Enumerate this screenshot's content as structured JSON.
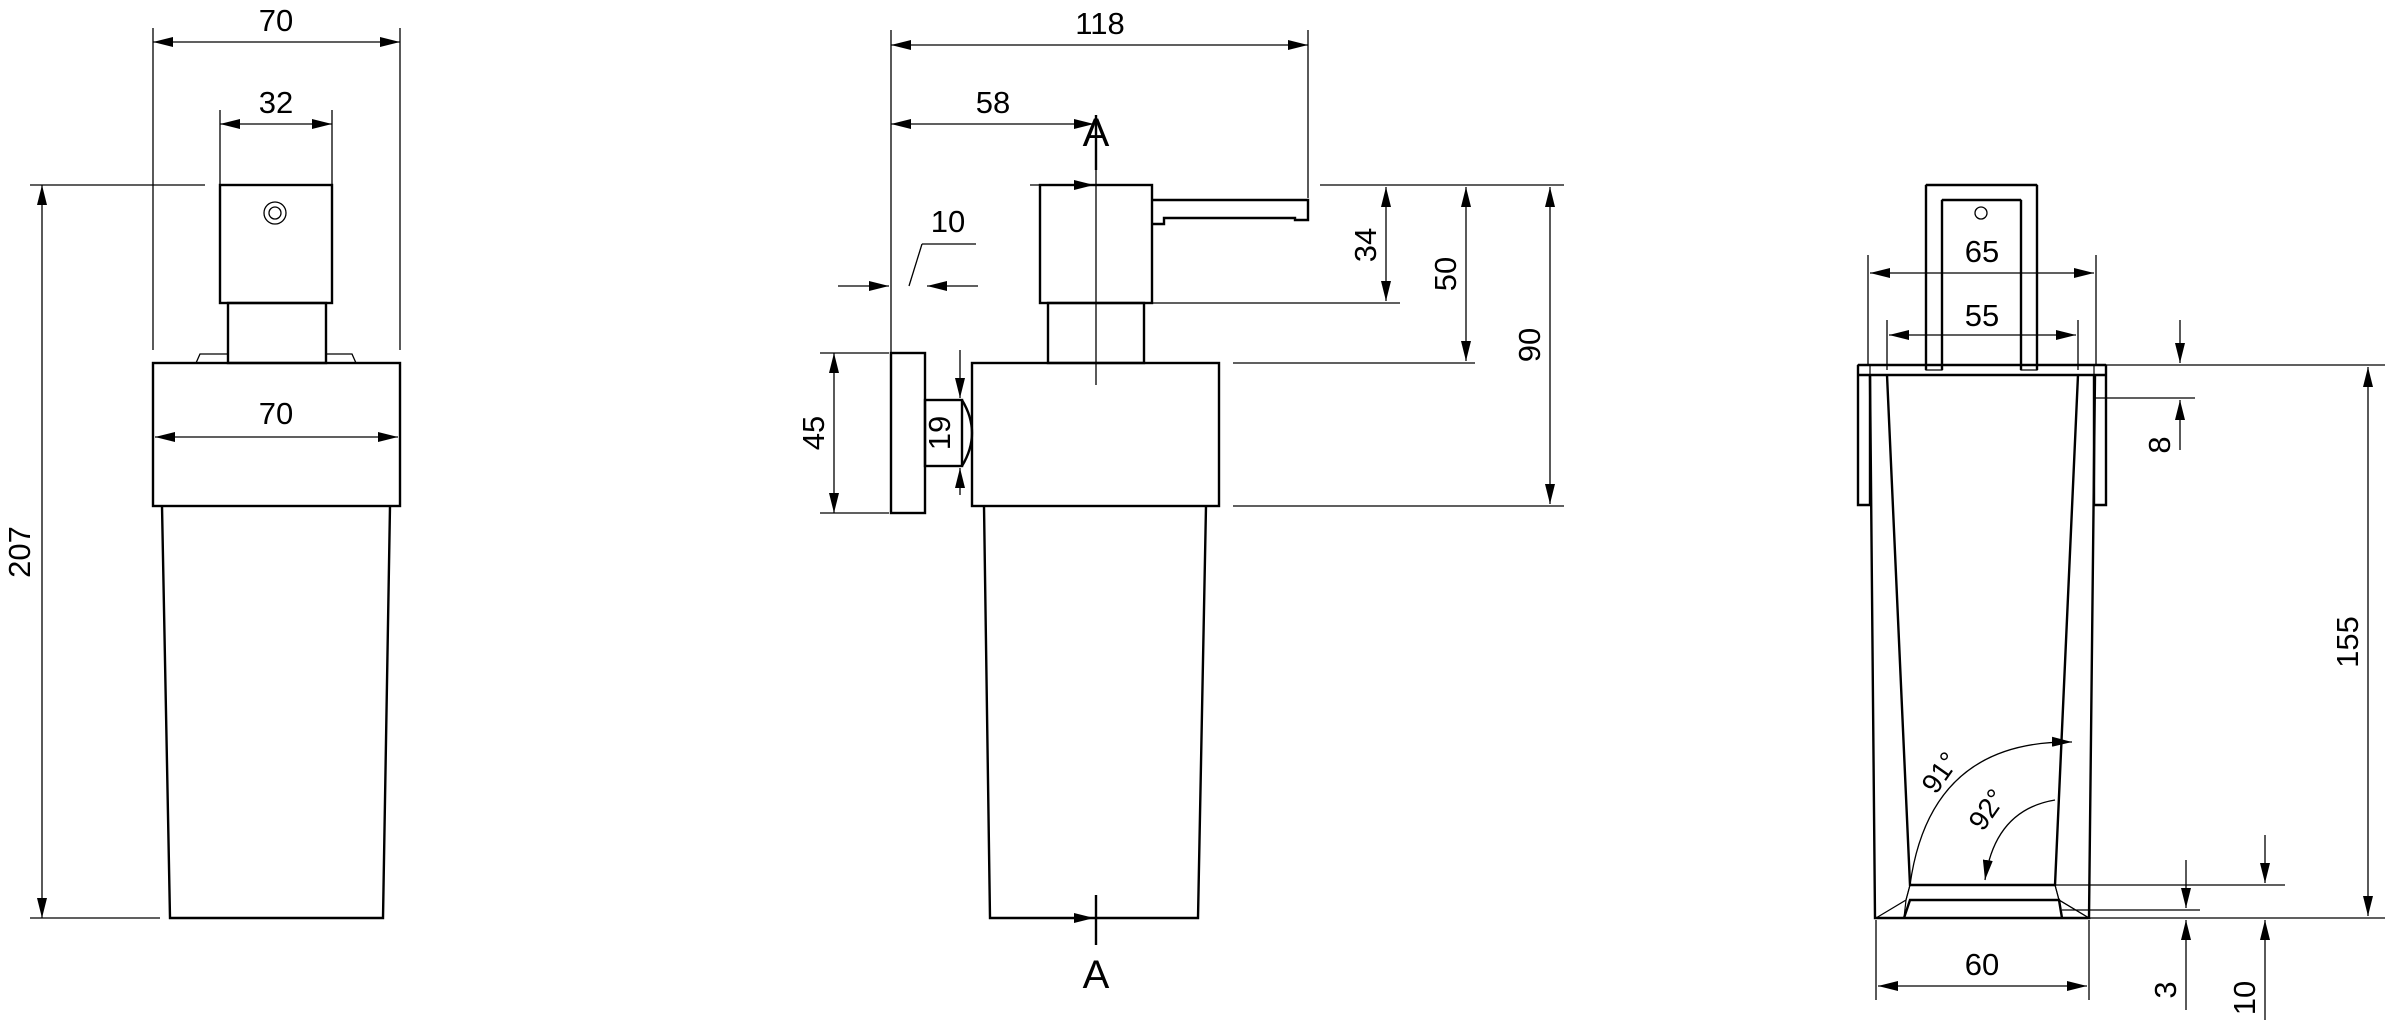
{
  "front_view": {
    "dim_overall_width": "70",
    "dim_pump_width": "32",
    "dim_bracket_width": "70",
    "dim_total_height": "207"
  },
  "side_view": {
    "dim_spout_reach": "118",
    "dim_pump_offset": "58",
    "dim_plate_thickness": "10",
    "dim_plate_height": "45",
    "dim_arm_height": "19",
    "dim_head_height": "34",
    "dim_bracket_top": "50",
    "dim_bracket_bottom": "90",
    "section_mark_top": "A",
    "section_mark_bottom": "A"
  },
  "section_view": {
    "dim_collar_width": "65",
    "dim_neck_width": "55",
    "dim_rim": "8",
    "dim_body_height": "155",
    "dim_base_width": "60",
    "dim_base_gap": "3",
    "dim_base_thickness": "10",
    "angle_outer": "91°",
    "angle_inner": "92°"
  }
}
